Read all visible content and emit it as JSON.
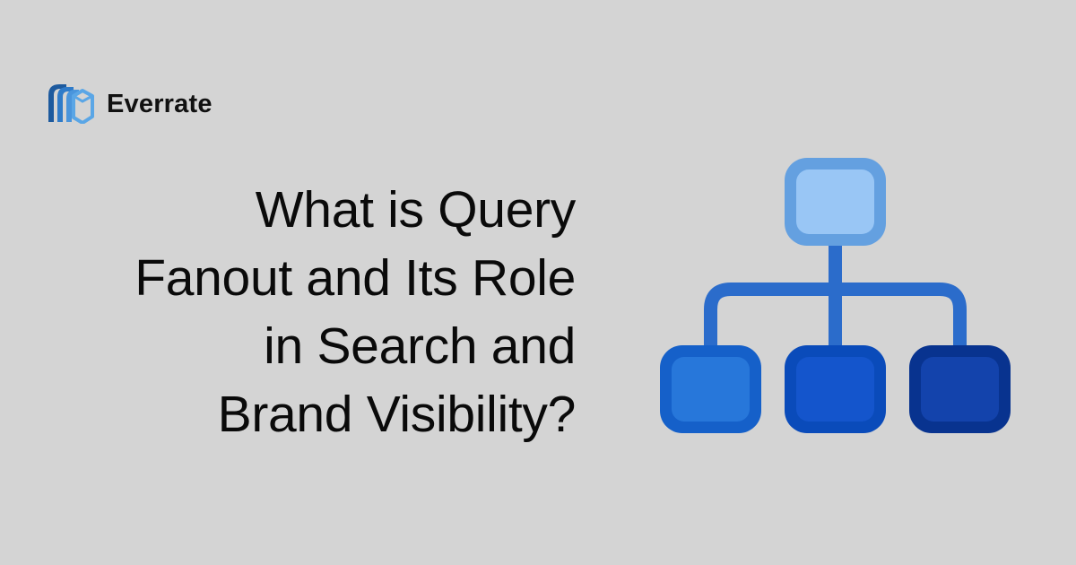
{
  "brand": {
    "name": "Everrate",
    "logo_icon": "stacked-cube-logo-icon",
    "logo_colors": [
      "#1d5a9e",
      "#2f7bc9",
      "#5aa6e6"
    ]
  },
  "headline": {
    "lines": [
      "What is Query",
      "Fanout and Its Role",
      "in Search and",
      "Brand Visibility?"
    ]
  },
  "illustration": {
    "icon": "hierarchy-tree-icon",
    "connector_color": "#2b6ccb",
    "nodes": [
      {
        "id": "root",
        "border": "#64a0e0",
        "fill": "#99c6f5"
      },
      {
        "id": "child-left",
        "border": "#1560c9",
        "fill": "#2777da"
      },
      {
        "id": "child-middle",
        "border": "#0a4bba",
        "fill": "#1455cc"
      },
      {
        "id": "child-right",
        "border": "#08338f",
        "fill": "#1343ac"
      }
    ]
  },
  "colors": {
    "background": "#d4d4d4",
    "text": "#0a0a0a"
  }
}
